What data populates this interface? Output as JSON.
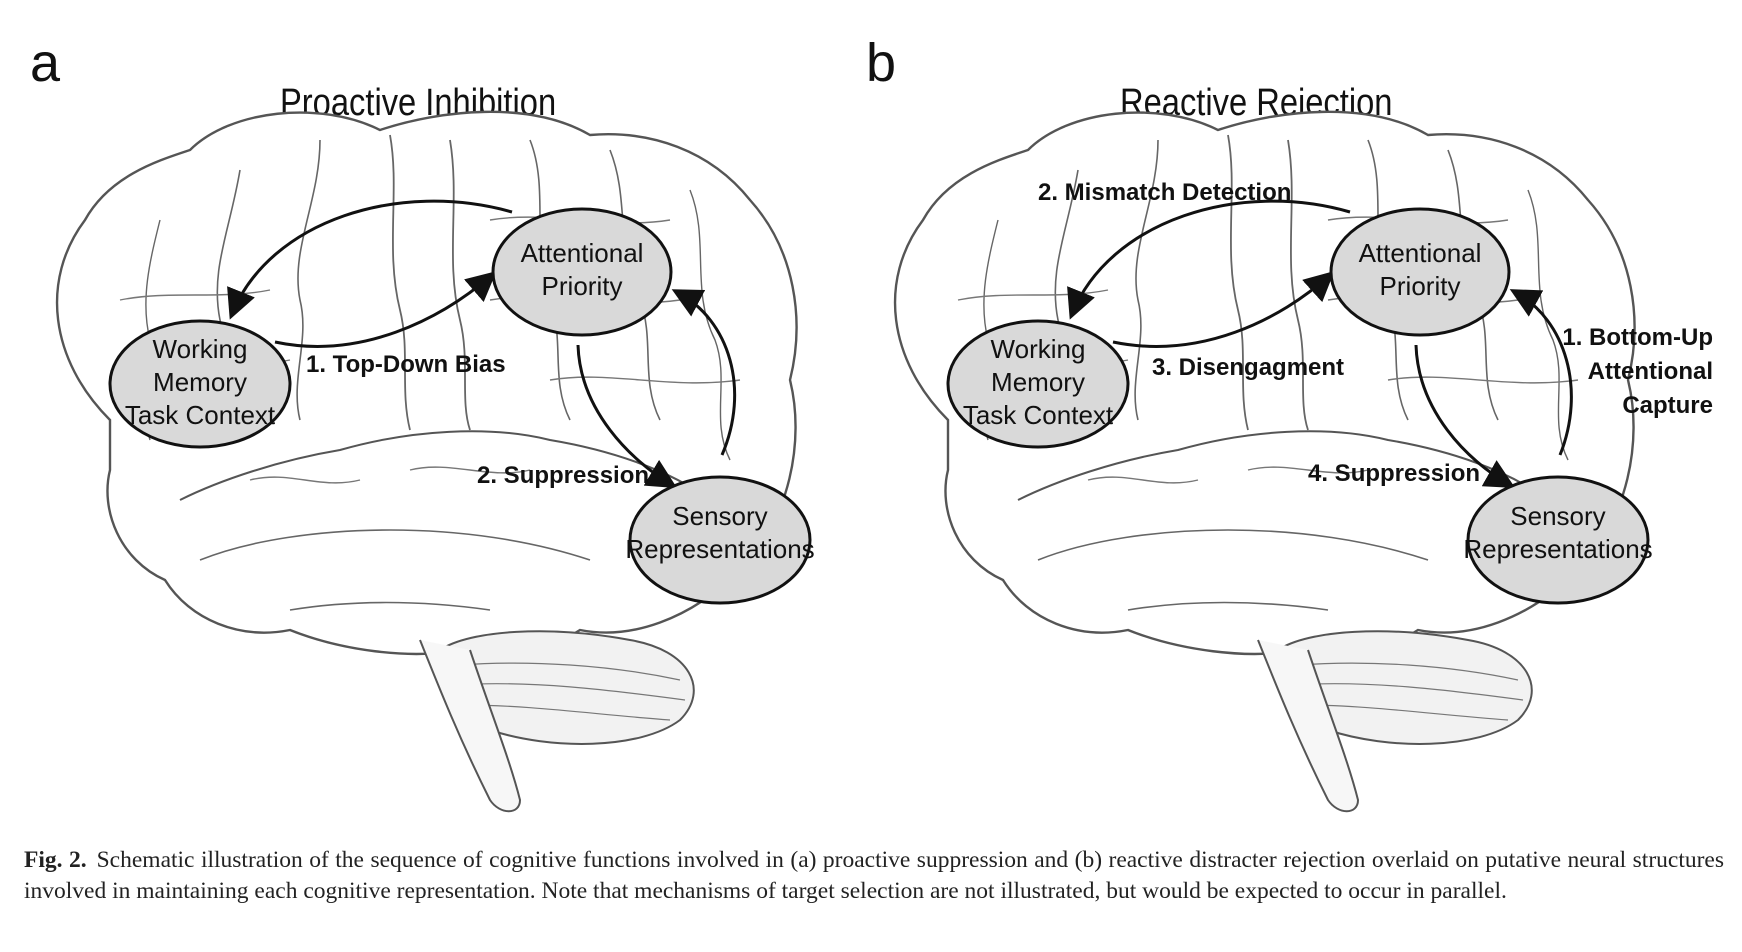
{
  "panels": [
    {
      "letter": "a",
      "title": "Proactive Inhibition",
      "nodes": {
        "attentional_priority": [
          "Attentional",
          "Priority"
        ],
        "working_memory": [
          "Working",
          "Memory",
          "Task Context"
        ],
        "sensory": [
          "Sensory",
          "Representations"
        ]
      },
      "arrow_labels": {
        "top_down_bias": "1. Top-Down Bias",
        "suppression": "2. Suppression"
      }
    },
    {
      "letter": "b",
      "title": "Reactive Rejection",
      "nodes": {
        "attentional_priority": [
          "Attentional",
          "Priority"
        ],
        "working_memory": [
          "Working",
          "Memory",
          "Task Context"
        ],
        "sensory": [
          "Sensory",
          "Representations"
        ]
      },
      "arrow_labels": {
        "mismatch_detection": "2. Mismatch Detection",
        "disengagement": "3. Disengagment",
        "bottom_up": [
          "1. Bottom-Up",
          "Attentional",
          "Capture"
        ],
        "suppression": "4. Suppression"
      }
    }
  ],
  "caption": {
    "label": "Fig. 2.",
    "text": "Schematic illustration of the sequence of cognitive functions involved in (a) proactive suppression and (b) reactive distracter rejection overlaid on putative neural structures involved in maintaining each cognitive representation. Note that mechanisms of target selection are not illustrated, but would be expected to occur in parallel."
  },
  "colors": {
    "node_fill": "#d9d9d9",
    "outline": "#111111",
    "brain_line": "#555555"
  }
}
